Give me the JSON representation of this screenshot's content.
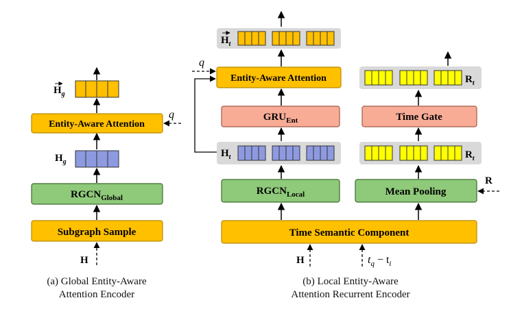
{
  "colors": {
    "orange": "#ffc000",
    "orange_border": "#b88a00",
    "green": "#8fc97a",
    "green_border": "#3d6b2b",
    "salmon": "#f8ac96",
    "salmon_border": "#a0594a",
    "blue_cell": "#8e9ae0",
    "yellow_cell": "#ffff00",
    "gray_panel": "#d9d9d9"
  },
  "left": {
    "output_label": "H",
    "output_sub": "g",
    "attention": "Entity-Aware Attention",
    "query": "q",
    "embedding_label": "H",
    "embedding_sub": "g",
    "rgcn": "RGCN",
    "rgcn_sub": "Global",
    "sample": "Subgraph Sample",
    "input": "H",
    "caption_line1": "(a)  Global Entity-Aware",
    "caption_line2": "Attention Encoder"
  },
  "right": {
    "output_label": "H",
    "output_sub": "t",
    "query": "q",
    "attention": "Entity-Aware Attention",
    "gru": "GRU",
    "gru_sub": "Ent",
    "ht_label": "H",
    "ht_sub": "t",
    "rgcn": "RGCN",
    "rgcn_sub": "Local",
    "time_gate": "Time Gate",
    "rt_top_label": "R",
    "rt_top_sub": "t",
    "rt_mid_label": "R",
    "rt_mid_sub": "t",
    "mean_pooling": "Mean Pooling",
    "r_input": "R",
    "time_semantic": "Time Semantic Component",
    "input_h": "H",
    "input_time": "t",
    "input_time_q": "q",
    "input_time_minus": " − t",
    "input_time_i": "i",
    "caption_line1": "(b)  Local Entity-Aware",
    "caption_line2": "Attention Recurrent Encoder"
  }
}
